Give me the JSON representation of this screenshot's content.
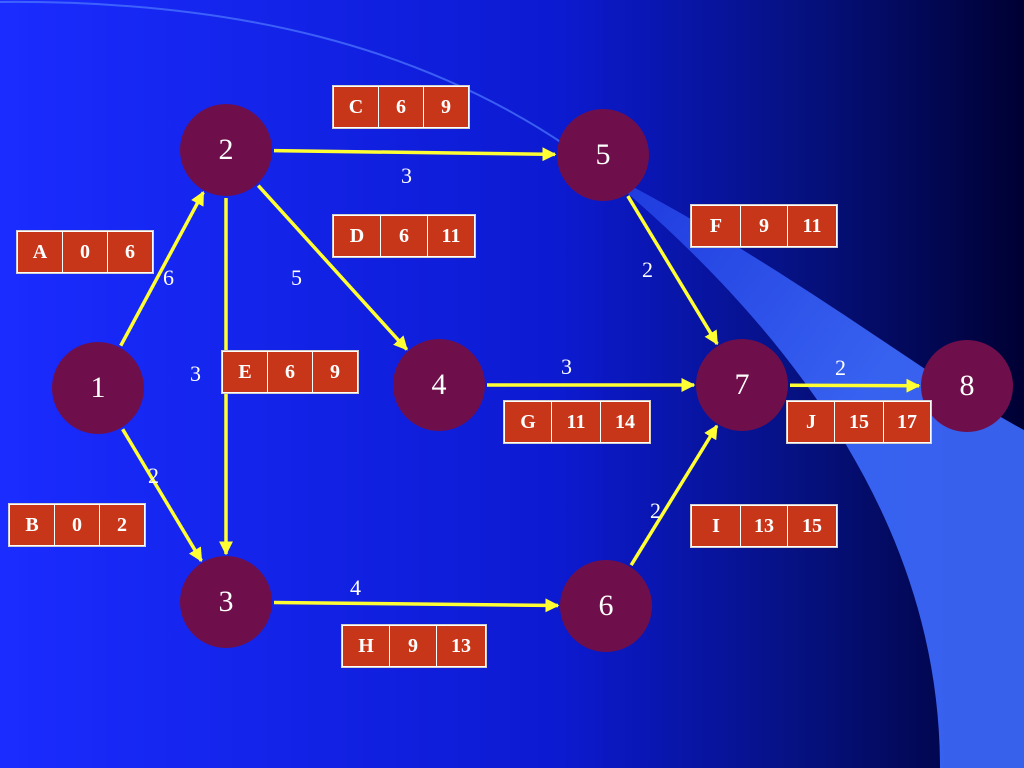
{
  "colors": {
    "node_fill": "#6e0f4c",
    "arrow": "#ffff33",
    "activity_box": "#c8361a",
    "text": "#ffffff",
    "background_light": "#1a2cff",
    "background_dark": "#000033",
    "swoosh": "#3d6bff"
  },
  "nodes": [
    {
      "id": "1",
      "label": "1"
    },
    {
      "id": "2",
      "label": "2"
    },
    {
      "id": "3",
      "label": "3"
    },
    {
      "id": "4",
      "label": "4"
    },
    {
      "id": "5",
      "label": "5"
    },
    {
      "id": "6",
      "label": "6"
    },
    {
      "id": "7",
      "label": "7"
    },
    {
      "id": "8",
      "label": "8"
    }
  ],
  "edges": [
    {
      "from": "1",
      "to": "2",
      "duration": "6"
    },
    {
      "from": "1",
      "to": "3",
      "duration": "2"
    },
    {
      "from": "2",
      "to": "5",
      "duration": "3"
    },
    {
      "from": "2",
      "to": "4",
      "duration": "5"
    },
    {
      "from": "2",
      "to": "3",
      "duration": "3"
    },
    {
      "from": "5",
      "to": "7",
      "duration": "2"
    },
    {
      "from": "4",
      "to": "7",
      "duration": "3"
    },
    {
      "from": "3",
      "to": "6",
      "duration": "4"
    },
    {
      "from": "6",
      "to": "7",
      "duration": "2"
    },
    {
      "from": "7",
      "to": "8",
      "duration": "2"
    }
  ],
  "activities": [
    {
      "name": "A",
      "start": "0",
      "finish": "6"
    },
    {
      "name": "B",
      "start": "0",
      "finish": "2"
    },
    {
      "name": "C",
      "start": "6",
      "finish": "9"
    },
    {
      "name": "D",
      "start": "6",
      "finish": "11"
    },
    {
      "name": "E",
      "start": "6",
      "finish": "9"
    },
    {
      "name": "F",
      "start": "9",
      "finish": "11"
    },
    {
      "name": "G",
      "start": "11",
      "finish": "14"
    },
    {
      "name": "H",
      "start": "9",
      "finish": "13"
    },
    {
      "name": "I",
      "start": "13",
      "finish": "15"
    },
    {
      "name": "J",
      "start": "15",
      "finish": "17"
    }
  ]
}
